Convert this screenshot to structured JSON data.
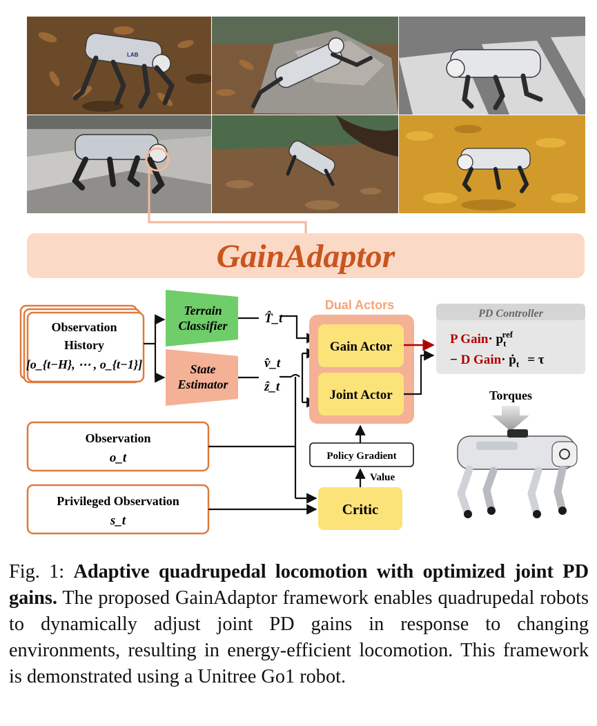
{
  "photos": [
    {
      "name": "photo-leaves-dirt",
      "scene": "robot on dry leaves and dirt"
    },
    {
      "name": "photo-rock",
      "scene": "robot climbing a rock"
    },
    {
      "name": "photo-crosswalk",
      "scene": "robot on a crosswalk"
    },
    {
      "name": "photo-stairs",
      "scene": "robot climbing stone stairs"
    },
    {
      "name": "photo-slope",
      "scene": "robot on a dirt slope"
    },
    {
      "name": "photo-yellow-leaves",
      "scene": "robot on yellow leaves"
    }
  ],
  "robot_body_label": "LAB",
  "framework_title": "GainAdaptor",
  "inputs": {
    "observation_history": {
      "line1": "Observation",
      "line2": "History",
      "formula": "[o_{t−H}, ⋯ , o_{t−1}]"
    },
    "observation": {
      "label": "Observation",
      "symbol": "o_t"
    },
    "privileged_observation": {
      "label": "Privileged Observation",
      "symbol": "s_t"
    }
  },
  "terrain_classifier": {
    "line1": "Terrain",
    "line2": "Classifier",
    "output": "T̂_t"
  },
  "state_estimator": {
    "line1": "State",
    "line2": "Estimator",
    "output1": "v̂_t",
    "output2": "ẑ_t"
  },
  "dual_actors": {
    "title": "Dual Actors",
    "gain_actor": "Gain Actor",
    "joint_actor": "Joint Actor"
  },
  "policy_gradient": "Policy Gradient",
  "value_label": "Value",
  "critic": "Critic",
  "pd_controller": {
    "title": "PD Controller",
    "line1_red": "P Gain",
    "line1_rest": "· p",
    "line1_sub": "t",
    "line1_sup": "ref",
    "line2_pre": "− ",
    "line2_red": "D Gain",
    "line2_rest": "· ṗ",
    "line2_sub": "t",
    "line2_eq": "= τ"
  },
  "torques_label": "Torques",
  "colors": {
    "orange_border": "#e07a3a",
    "salmon": "#f4b196",
    "banner": "#fbd9c7",
    "title_orange": "#c9551e",
    "green": "#6fcd6a",
    "yellow": "#fbe37a",
    "dark_red": "#b00000",
    "grey_box": "#e6e6e6"
  },
  "caption": {
    "fig": "Fig. 1: ",
    "bold": "Adaptive quadrupedal locomotion with optimized joint PD gains.",
    "text": " The proposed GainAdaptor framework enables quadrupedal robots to dynamically adjust joint PD gains in response to changing environments, resulting in energy-efficient locomotion. This framework is demonstrated using a Unitree Go1 robot."
  }
}
